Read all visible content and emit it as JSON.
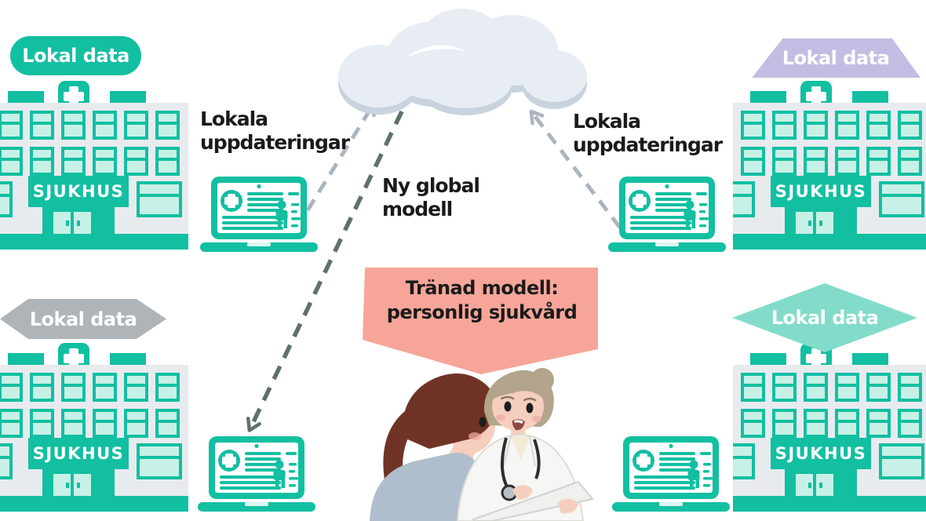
{
  "diagram": {
    "labels": {
      "left_updates": "Lokala uppdateringar",
      "right_updates": "Lokala uppdateringar",
      "global_model": "Ny global modell"
    },
    "bubble": {
      "line1": "Tränad modell:",
      "line2": "personlig sjukvård"
    },
    "hospitals": [
      {
        "position": "top-left",
        "sign": "SJUKHUS",
        "badge": {
          "label": "Lokal data",
          "shape": "pill",
          "color": "#12bfa1"
        }
      },
      {
        "position": "top-right",
        "sign": "SJUKHUS",
        "badge": {
          "label": "Lokal data",
          "shape": "trapezoid",
          "color": "#c5bce3"
        }
      },
      {
        "position": "bottom-left",
        "sign": "SJUKHUS",
        "badge": {
          "label": "Lokal data",
          "shape": "hexagon",
          "color": "#aeb4b8"
        }
      },
      {
        "position": "bottom-right",
        "sign": "SJUKHUS",
        "badge": {
          "label": "Lokal data",
          "shape": "diamond",
          "color": "#82dcc9"
        }
      }
    ],
    "icons": {
      "cloud": "cloud-icon",
      "laptop": "laptop-medical-record-icon",
      "hospital": "hospital-building-icon",
      "people": "doctor-and-patient-illustration",
      "arrows": "dashed-arrow"
    }
  },
  "colors": {
    "teal": "#12bfa1",
    "teal_light": "#c7f1e6",
    "building": "#e7ebee",
    "cloud": "#e8edf4",
    "cloud_shadow": "#c9d3de",
    "purple": "#c5bce3",
    "badge_gray": "#aeb4b8",
    "diamond": "#82dcc9",
    "salmon": "#f7a599",
    "arrow_light": "#acb5bd",
    "arrow_dark": "#5e716c",
    "text": "#1a1a1a",
    "skin": "#f6cebe",
    "blush": "#f0a9a0",
    "hair_patient": "#6f3425",
    "hair_doctor": "#b3a48c",
    "shirt_patient": "#afbecc",
    "coat": "#f6f6f4",
    "paper": "#f0f0ee"
  }
}
